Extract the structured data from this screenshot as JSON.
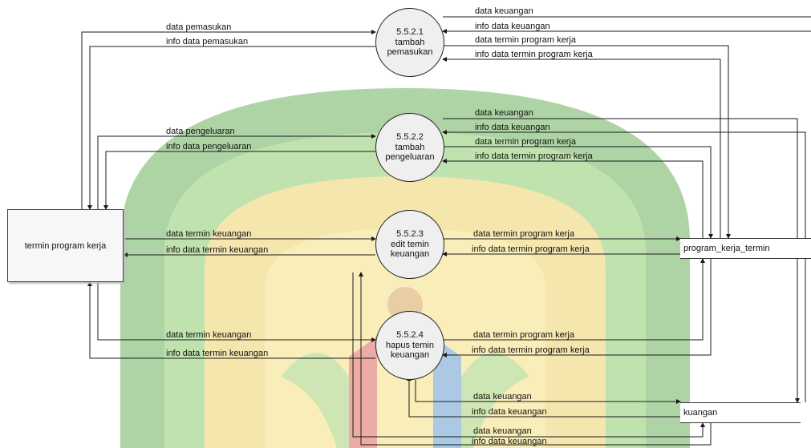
{
  "entity": {
    "label": "termin program kerja"
  },
  "stores": {
    "s1": "program_kerja_termin",
    "s2": "kuangan"
  },
  "processes": {
    "p1": {
      "num": "5.5.2.1",
      "line1": "tambah",
      "line2": "pemasukan"
    },
    "p2": {
      "num": "5.5.2.2",
      "line1": "tambah",
      "line2": "pengeluaran"
    },
    "p3": {
      "num": "5.5.2.3",
      "line1": "edit temin",
      "line2": "keuangan"
    },
    "p4": {
      "num": "5.5.2.4",
      "line1": "hapus temin",
      "line2": "keuangan"
    }
  },
  "flows": {
    "p1_in": "data pemasukan",
    "p1_out": "info data pemasukan",
    "p1_r1": "data keuangan",
    "p1_r2": "info data keuangan",
    "p1_r3": "data termin program kerja",
    "p1_r4": "info data termin program kerja",
    "p2_in": "data pengeluaran",
    "p2_out": "info data pengeluaran",
    "p2_r1": "data keuangan",
    "p2_r2": "info data keuangan",
    "p2_r3": "data termin program kerja",
    "p2_r4": "info data termin program kerja",
    "p3_in": "data termin keuangan",
    "p3_out": "info data termin keuangan",
    "p3_r1": "data termin program kerja",
    "p3_r2": "info data termin program kerja",
    "p4_in": "data termin keuangan",
    "p4_out": "info data termin keuangan",
    "p4_r1": "data termin program kerja",
    "p4_r2": "info data termin program kerja",
    "k1": "data keuangan",
    "k2": "info data keuangan",
    "k3": "data keuangan",
    "k4": "info data keuangan"
  },
  "colors": {
    "line": "#1a1a1a",
    "watermark_green": "#5aa83a",
    "watermark_yellow": "#e8c43a",
    "watermark_red": "#d23a2a"
  }
}
